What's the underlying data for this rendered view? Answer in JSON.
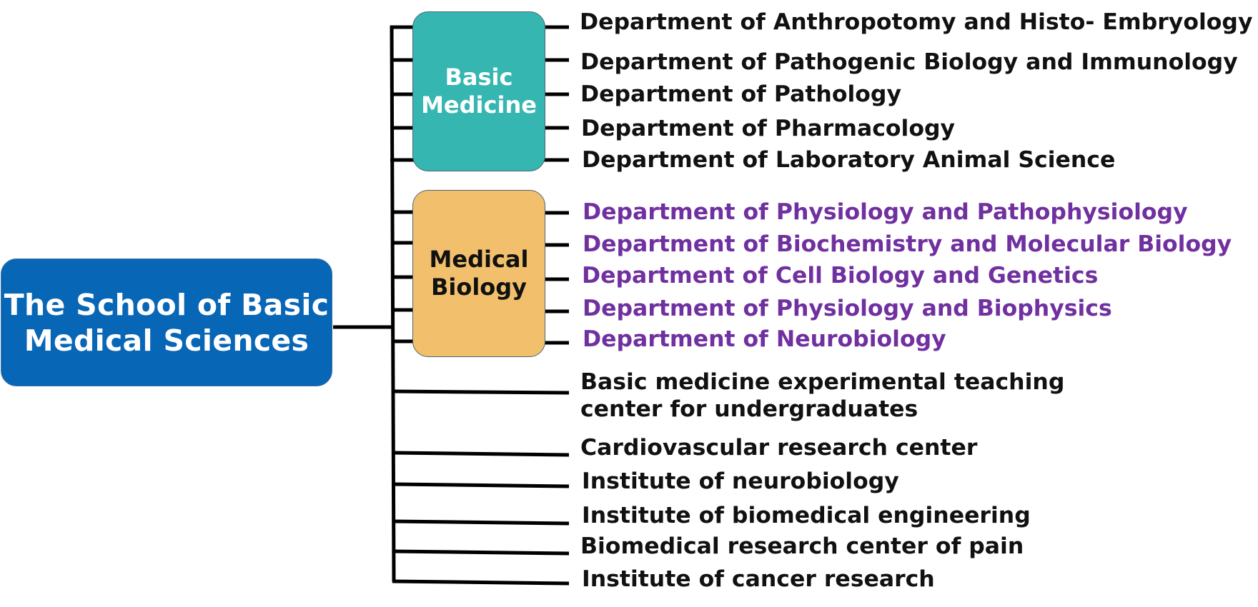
{
  "root": {
    "line1": "The School of Basic",
    "line2": "Medical Sciences",
    "color": "#0866b6"
  },
  "groups": [
    {
      "line1": "Basic",
      "line2": "Medicine",
      "color": "#35b6b0",
      "text_color": "#ffffff",
      "departments": [
        "Department of Anthropotomy and Histo- Embryology",
        "Department of Pathogenic Biology and Immunology",
        "Department of Pathology",
        "Department of Pharmacology",
        "Department of Laboratory Animal Science"
      ]
    },
    {
      "line1": "Medical",
      "line2": "Biology",
      "color": "#f2c06c",
      "text_color": "#111111",
      "department_text_color": "#7030a0",
      "departments": [
        "Department of Physiology and Pathophysiology",
        "Department of Biochemistry and Molecular Biology",
        "Department of Cell Biology and Genetics",
        "Department of Physiology and Biophysics",
        "Department of Neurobiology"
      ]
    }
  ],
  "centers": [
    {
      "line1": "Basic medicine experimental teaching",
      "line2": "center for undergraduates"
    },
    {
      "line1": "Cardiovascular research center"
    },
    {
      "line1": "Institute of neurobiology"
    },
    {
      "line1": "Institute of biomedical engineering"
    },
    {
      "line1": "Biomedical research center of pain"
    },
    {
      "line1": "Institute of cancer research"
    }
  ]
}
